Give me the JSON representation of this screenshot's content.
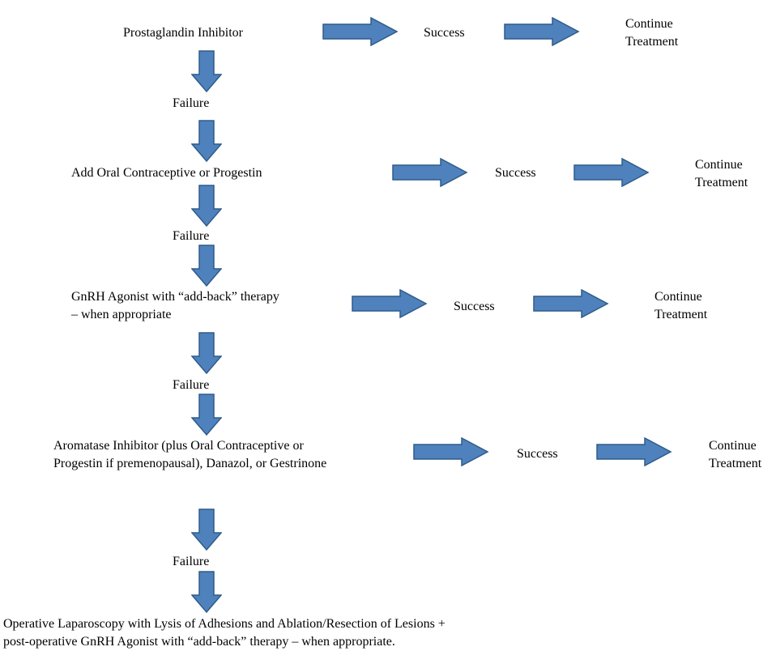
{
  "colors": {
    "arrow_fill": "#4f81bd",
    "arrow_stroke": "#2e5c8a",
    "text": "#000000"
  },
  "steps": [
    {
      "treatment": "Prostaglandin Inhibitor",
      "failure": "Failure",
      "success": "Success",
      "continue_line1": "Continue",
      "continue_line2": "Treatment"
    },
    {
      "treatment": "Add Oral Contraceptive or Progestin",
      "failure": "Failure",
      "success": "Success",
      "continue_line1": "Continue",
      "continue_line2": "Treatment"
    },
    {
      "treatment_line1": "GnRH Agonist with “add-back” therapy",
      "treatment_line2": "– when appropriate",
      "failure": "Failure",
      "success": "Success",
      "continue_line1": "Continue",
      "continue_line2": "Treatment"
    },
    {
      "treatment_line1": "Aromatase Inhibitor (plus Oral Contraceptive or",
      "treatment_line2": "Progestin if premenopausal), Danazol, or Gestrinone",
      "failure": "Failure",
      "success": "Success",
      "continue_line1": "Continue",
      "continue_line2": "Treatment"
    }
  ],
  "final": {
    "line1": "Operative Laparoscopy with Lysis of Adhesions and Ablation/Resection of Lesions +",
    "line2": "post-operative GnRH Agonist with “add-back” therapy – when appropriate."
  }
}
